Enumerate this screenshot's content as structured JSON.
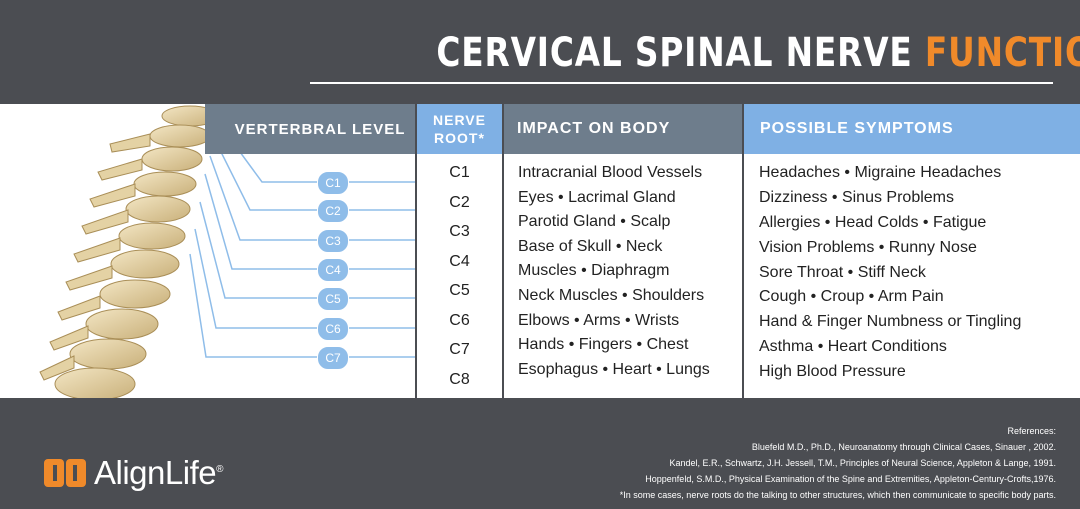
{
  "title": {
    "main": "CERVICAL SPINAL NERVE",
    "accent": "FUNCTION"
  },
  "colors": {
    "accent": "#f08a2a",
    "header_gray": "#6e7d8c",
    "header_blue": "#7fb0e4",
    "background": "#4b4d52",
    "bubble": "#8fbde9"
  },
  "headers": {
    "level": "VERTERBRAL LEVEL",
    "root_line1": "NERVE",
    "root_line2": "ROOT*",
    "impact": "IMPACT ON BODY",
    "symptoms": "POSSIBLE SYMPTOMS"
  },
  "levels": [
    "C1",
    "C2",
    "C3",
    "C4",
    "C5",
    "C6",
    "C7"
  ],
  "roots": [
    "C1",
    "C2",
    "C3",
    "C4",
    "C5",
    "C6",
    "C7",
    "C8"
  ],
  "impacts": [
    "Intracranial Blood Vessels",
    "Eyes • Lacrimal Gland",
    "Parotid Gland • Scalp",
    "Base of Skull • Neck",
    "Muscles • Diaphragm",
    "Neck Muscles • Shoulders",
    "Elbows • Arms • Wrists",
    "Hands • Fingers • Chest",
    "Esophagus • Heart • Lungs"
  ],
  "symptoms": [
    "Headaches • Migraine Headaches",
    "Dizziness • Sinus Problems",
    "Allergies • Head Colds • Fatigue",
    "Vision Problems • Runny Nose",
    "Sore Throat • Stiff Neck",
    "Cough • Croup • Arm Pain",
    "Hand & Finger Numbness or Tingling",
    "Asthma • Heart Conditions",
    "High Blood Pressure"
  ],
  "logo": {
    "pre": "Align",
    "post": "Life",
    "mark": "®"
  },
  "references": {
    "heading": "References:",
    "items": [
      "Bluefeld M.D., Ph.D., Neuroanatomy through Clinical Cases, Sinauer , 2002.",
      "Kandel, E.R., Schwartz, J.H. Jessell, T.M., Principles of Neural Science, Appleton & Lange, 1991.",
      "Hoppenfeld, S.M.D., Physical Examination of the Spine and Extremities, Appleton-Century-Crofts,1976.",
      "*In some cases, nerve roots do the talking to other structures, which then communicate to specific body parts."
    ]
  }
}
